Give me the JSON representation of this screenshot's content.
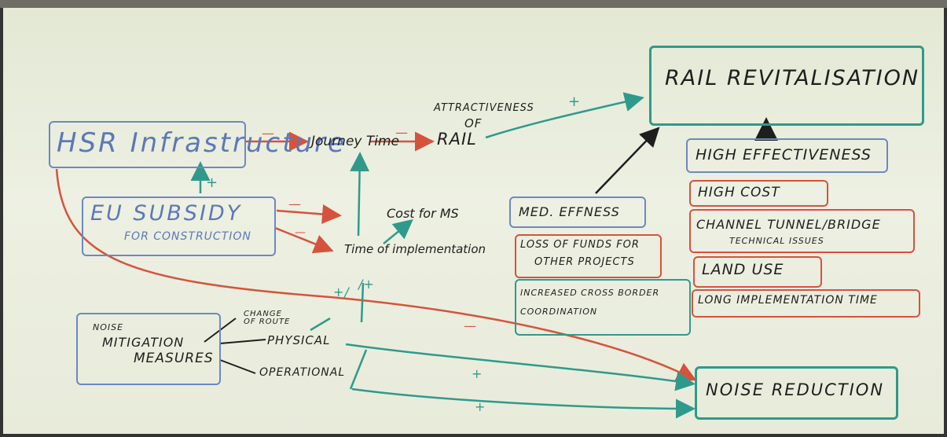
{
  "nodes": {
    "hsr": "HSR Infrastructure",
    "journey_time": "Journey Time",
    "attractiveness_1": "ATTRACTIVENESS",
    "attractiveness_2": "OF",
    "attractiveness_3": "RAIL",
    "rail_revitalisation": "RAIL REVITALISATION",
    "high_effectiveness": "HIGH EFFECTIVENESS",
    "eu_subsidy_1": "EU SUBSIDY",
    "eu_subsidy_2": "FOR CONSTRUCTION",
    "cost_for_ms": "Cost for MS",
    "med_effness": "MED. EFFNESS",
    "high_cost": "HIGH COST",
    "channel_tunnel": "CHANNEL TUNNEL/BRIDGE",
    "technical_issues": "TECHNICAL ISSUES",
    "time_of_implementation": "Time of implementation",
    "loss_of_funds_1": "LOSS OF FUNDS FOR",
    "loss_of_funds_2": "OTHER PROJECTS",
    "land_use": "LAND USE",
    "increased_1": "INCREASED CROSS BORDER",
    "increased_2": "COORDINATION",
    "long_implementation": "LONG IMPLEMENTATION TIME",
    "noise": "NOISE",
    "mitigation": "MITIGATION",
    "measures": "MEASURES",
    "change_of_route_1": "CHANGE",
    "change_of_route_2": "OF ROUTE",
    "physical": "PHYSICAL",
    "operational": "OPERATIONAL",
    "noise_reduction": "NOISE REDUCTION"
  },
  "signs": {
    "plus": "+",
    "minus": "—",
    "slash_plus_1": "+/",
    "slash_plus_2": "/+"
  },
  "colors": {
    "red": "#d5533c",
    "blue": "#6d88c2",
    "teal": "#2f9a8c",
    "dark": "#1e1e1e"
  }
}
